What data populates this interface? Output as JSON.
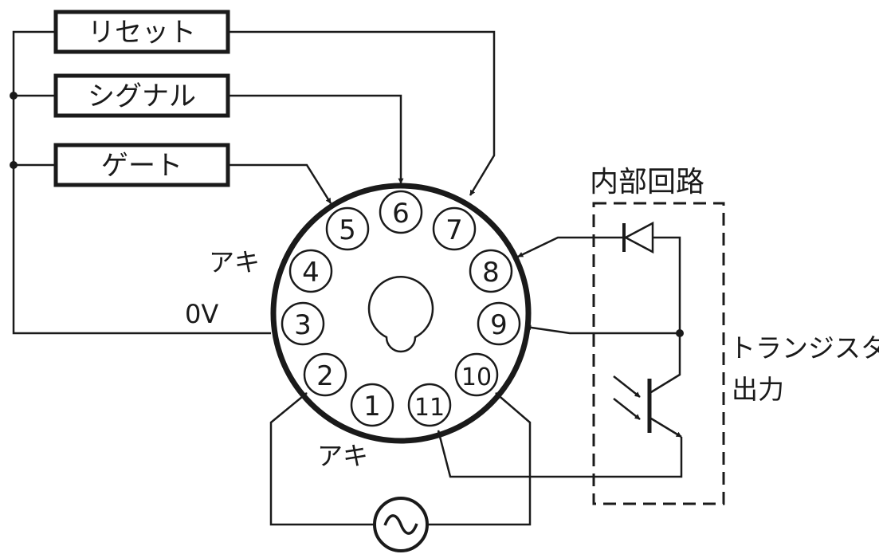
{
  "labels": {
    "reset": "リセット",
    "signal": "シグナル",
    "gate": "ゲート",
    "internal_circuit": "内部回路",
    "transistor_output_line1": "トランジスタ",
    "transistor_output_line2": "出力",
    "unused_upper": "アキ",
    "unused_lower": "アキ",
    "zero_volt": "0V"
  },
  "pins": [
    "1",
    "2",
    "3",
    "4",
    "5",
    "6",
    "7",
    "8",
    "9",
    "10",
    "11"
  ],
  "colors": {
    "ink": "#1a1a1a",
    "background": "#ffffff"
  },
  "icons": {
    "ac_source": "ac-source-icon",
    "diode": "diode-icon",
    "phototransistor": "phototransistor-icon"
  }
}
